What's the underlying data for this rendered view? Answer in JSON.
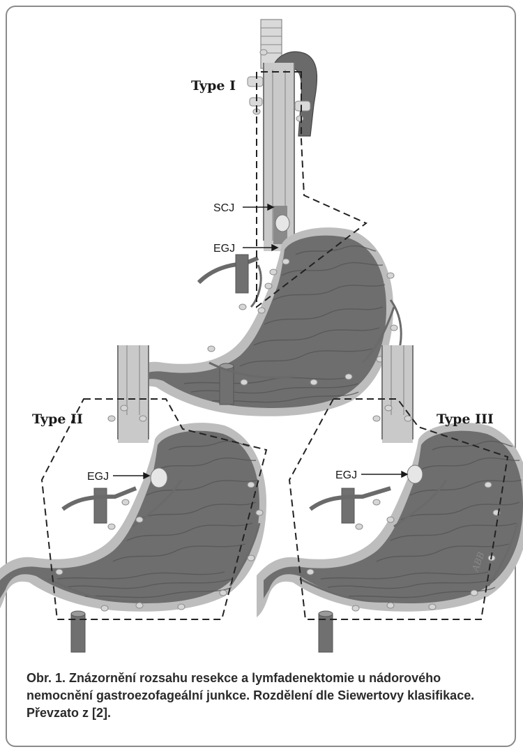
{
  "figure": {
    "labels": {
      "type_1": "Type I",
      "type_2": "Type II",
      "type_3": "Type III",
      "scj": "SCJ",
      "egj_1": "EGJ",
      "egj_2": "EGJ",
      "egj_3": "EGJ",
      "signature": "ABB"
    }
  },
  "caption": {
    "line_1": "Obr. 1. Znázornění rozsahu resekce a lymfadenektomie u nádorového",
    "line_2": "nemocnění gastroezofageální junkce. Rozdělení dle Siewertovy klasifikace.",
    "line_3": "Převzato z [2]."
  },
  "colors": {
    "stomach_fill": "#6e6e6e",
    "stomach_rim": "#bdbdbd",
    "esophagus_fill": "#c9c9c9",
    "vessel": "#6a6a6a",
    "lymph_node": "#d6d6d6",
    "frame": "#8a8a8a"
  },
  "icons": [
    "stomach-illustration",
    "esophagus-illustration",
    "aorta-illustration",
    "lymph-node-icon"
  ]
}
